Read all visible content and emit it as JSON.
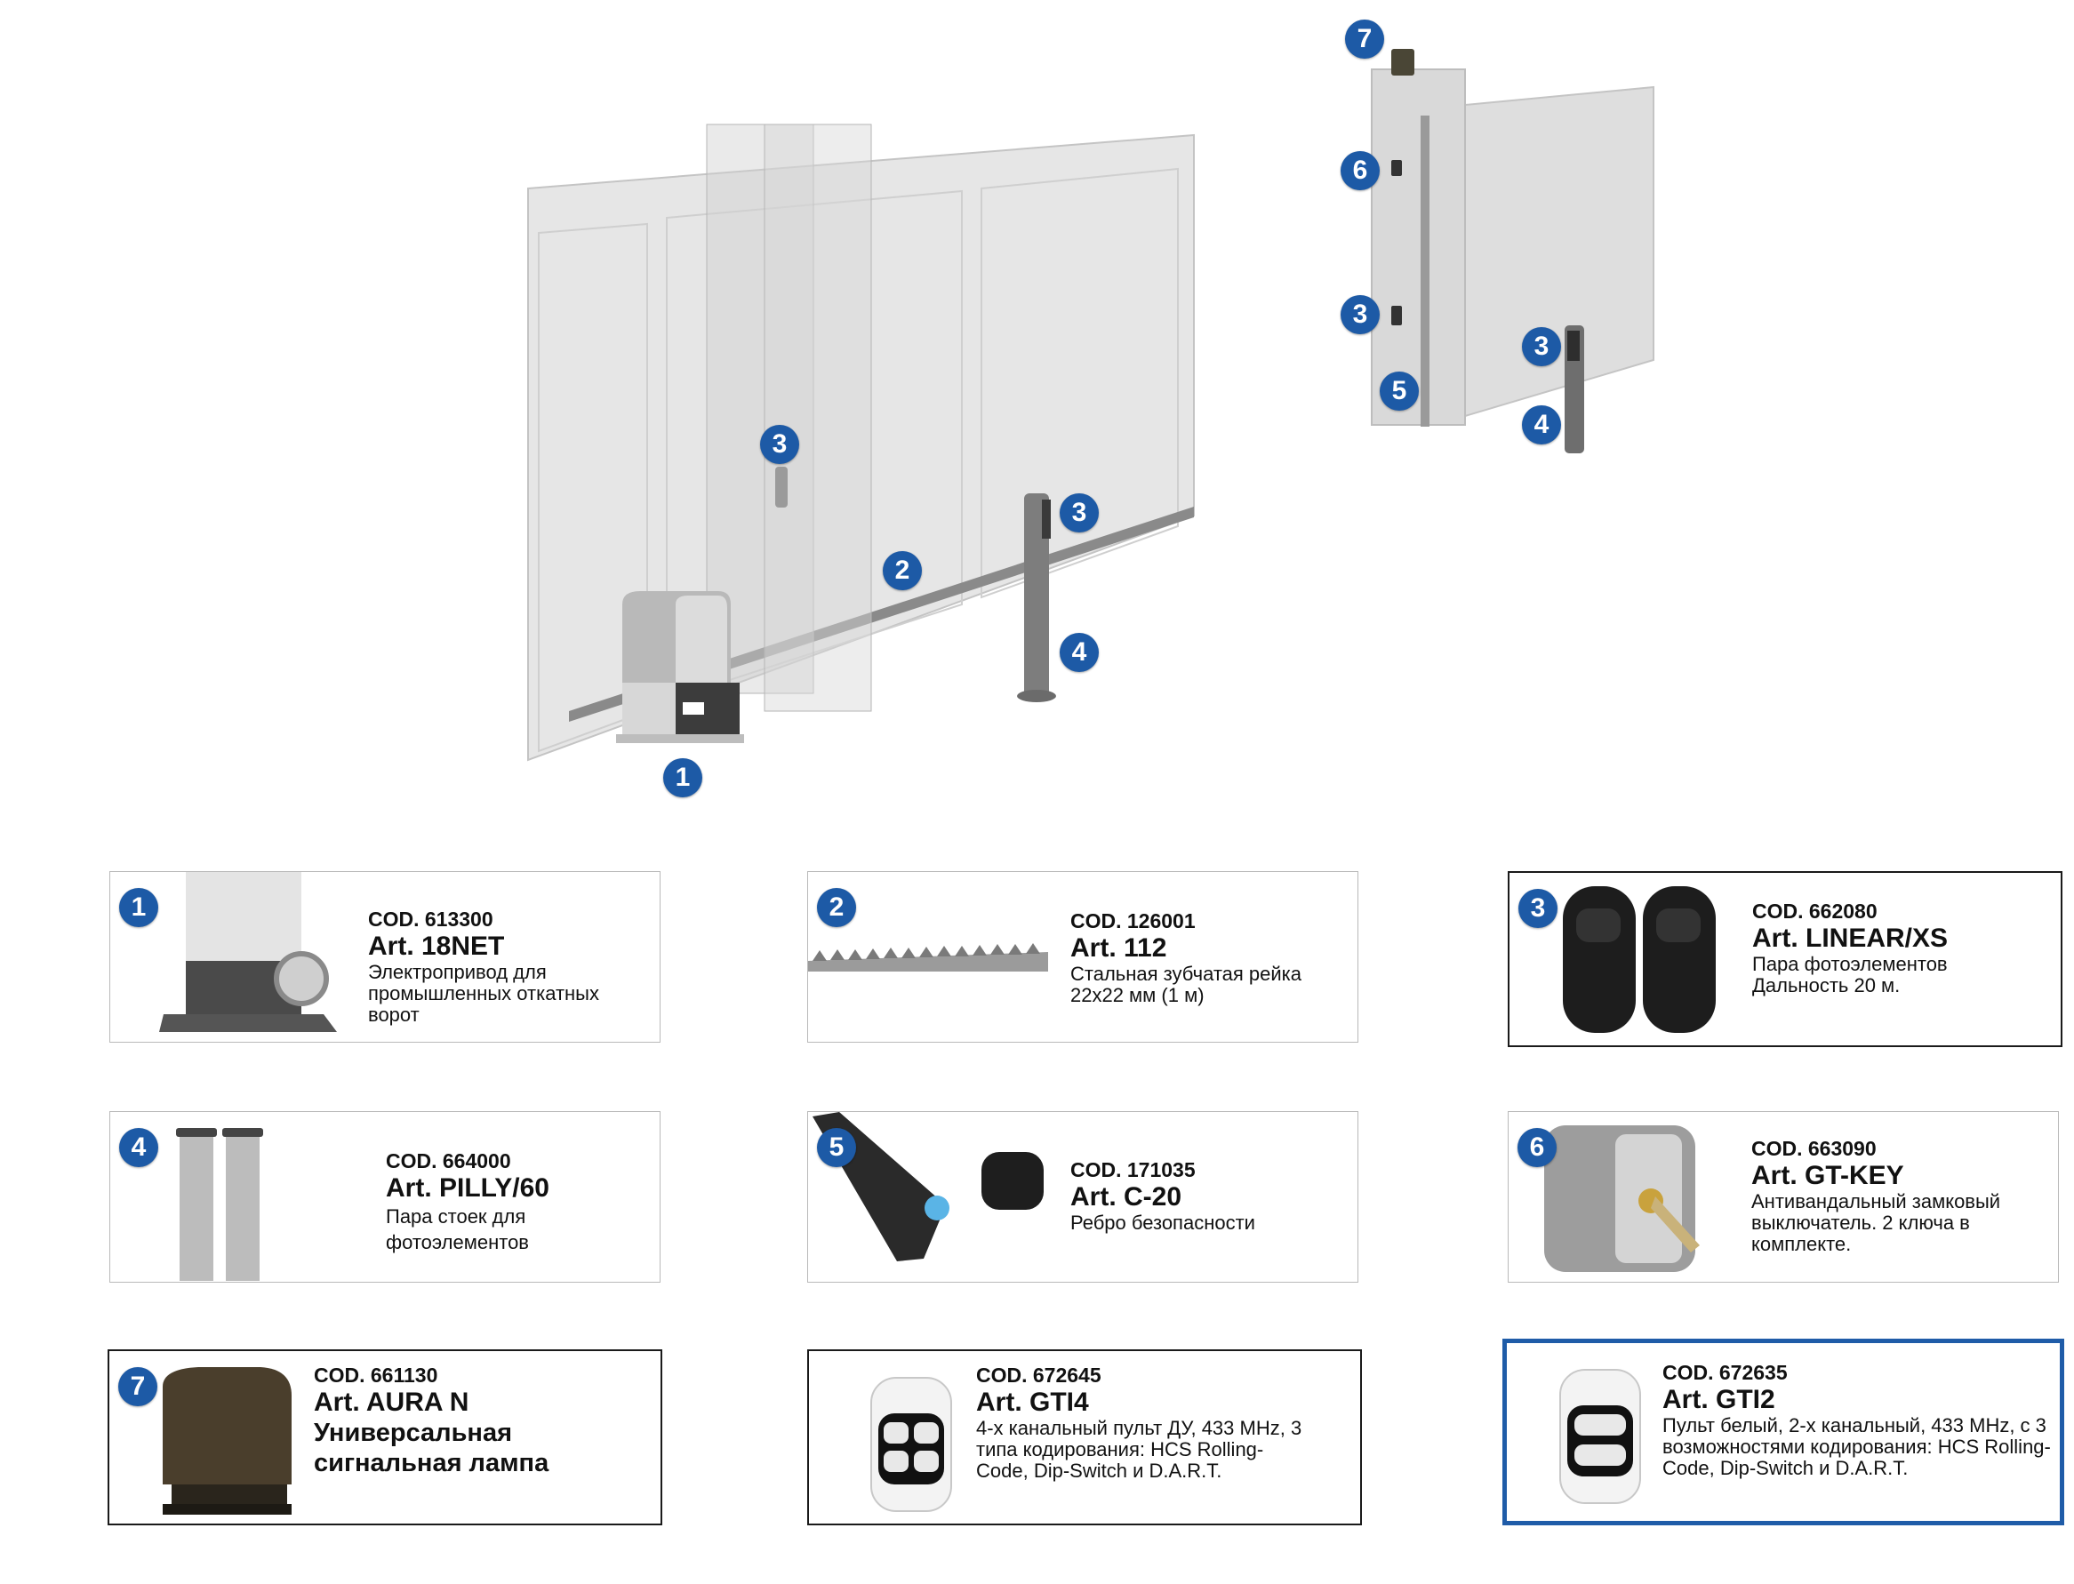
{
  "scene": {
    "badges_left": [
      "3",
      "3",
      "2",
      "4",
      "1"
    ],
    "badges_right": [
      "7",
      "6",
      "3",
      "3",
      "5",
      "4"
    ]
  },
  "products": [
    {
      "num": "1",
      "cod": "COD. 613300",
      "art": "Art. 18NET",
      "desc": "Электропривод для промышленных откатных ворот"
    },
    {
      "num": "2",
      "cod": "COD. 126001",
      "art": "Art. 112",
      "desc": "Стальная зубчатая рейка 22x22 мм (1 м)"
    },
    {
      "num": "3",
      "cod": "COD. 662080",
      "art": "Art. LINEAR/XS",
      "desc": "Пара фотоэлементов Дальность 20 м."
    },
    {
      "num": "4",
      "cod": "COD. 664000",
      "art": "Art. PILLY/60",
      "desc": "Пара стоек для фотоэлементов"
    },
    {
      "num": "5",
      "cod": "COD. 171035",
      "art": "Art. C-20",
      "desc": "Ребро безопасности"
    },
    {
      "num": "6",
      "cod": "COD. 663090",
      "art": "Art. GT-KEY",
      "desc": "Антивандальный замковый выключатель. 2 ключа в комплекте."
    },
    {
      "num": "7",
      "cod": "COD. 661130",
      "art": "Art. AURA N",
      "desc": "Универсальная сигнальная лампа"
    },
    {
      "num": "",
      "cod": "COD. 672645",
      "art": "Art. GTI4",
      "desc": "4-х канальный пульт ДУ, 433 MHz, 3 типа кодирования: HCS Rolling-Code, Dip-Switch и D.A.R.T."
    },
    {
      "num": "",
      "cod": "COD. 672635",
      "art": "Art. GTI2",
      "desc": "Пульт белый, 2-х канальный, 433 MHz, с 3 возможностями кодирования: HCS Rolling-Code, Dip-Switch и D.A.R.T."
    }
  ],
  "colors": {
    "badge": "#1d5aa6",
    "gate": "#e4e4e4",
    "highlight_border": "#1f5ca8"
  }
}
